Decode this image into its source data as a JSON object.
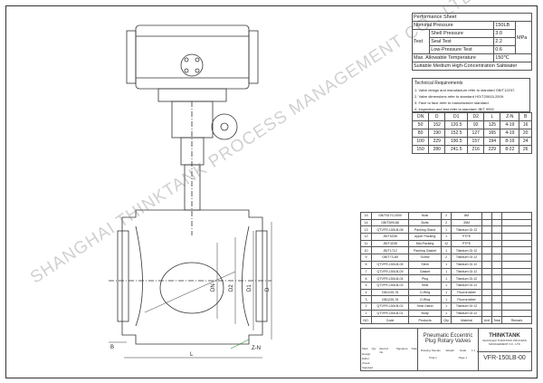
{
  "performance_sheet": {
    "title": "Performance Sheet",
    "nominal_pressure_label": "Nominal Pressure",
    "nominal_pressure": "150LB",
    "test_label": "Test",
    "shell_pressure_label": "Shell Pressure",
    "shell_pressure": "3.0",
    "seal_test_label": "Seal Test",
    "seal_test": "2.2",
    "low_pressure_label": "Low-Pressure Test",
    "low_pressure": "0.6",
    "unit": "MPa",
    "max_temp_label": "Max. Allowable Temperature",
    "max_temp": "150℃",
    "medium": "Suitable Medium High-Concentration Saltwater"
  },
  "technical_requirements": {
    "title": "Technical Requirements",
    "items": [
      "1. Valve design and manufacture refer to standard GB/T12237.",
      "2. Valve dimensions refer to standard HG/T20615-2009.",
      "3. Face to face refer to manufacturer standard.",
      "4. Inspection and test refer to standard JB/T 9092."
    ]
  },
  "dimension_table": {
    "headers": [
      "DN",
      "D",
      "D1",
      "D2",
      "L",
      "Z-N",
      "B"
    ],
    "rows": [
      [
        "50",
        "152",
        "120.5",
        "92",
        "125",
        "4-19",
        "16"
      ],
      [
        "80",
        "190",
        "152.5",
        "127",
        "165",
        "4-19",
        "20"
      ],
      [
        "100",
        "229",
        "190.5",
        "157",
        "194",
        "8-19",
        "24"
      ],
      [
        "150",
        "280",
        "241.5",
        "216",
        "229",
        "8-22",
        "26"
      ]
    ]
  },
  "parts_list": {
    "headers": [
      "NO.",
      "Code",
      "Products",
      "Qty",
      "Material",
      "Unit",
      "Total",
      "Weight",
      "Remark"
    ],
    "rows": [
      [
        "15",
        "GB/T6170-2000",
        "Nuts",
        "2",
        "8M"
      ],
      [
        "14",
        "GB/T899-88",
        "Bolts",
        "2",
        "35M"
      ],
      [
        "13",
        "QTVFR-150LB-08",
        "Packing Gland",
        "1",
        "Titanium Gr.12"
      ],
      [
        "12",
        "JB/T5208",
        "Upper Packing",
        "1",
        "PTFE"
      ],
      [
        "11",
        "JB/T4208",
        "Mid-Packing",
        "12",
        "PTFE"
      ],
      [
        "10",
        "JB/T1712",
        "Packing Gasket",
        "1",
        "Titanium Gr.12"
      ],
      [
        "9",
        "GB/T73-85",
        "Screw",
        "2",
        "Titanium Gr.12"
      ],
      [
        "8",
        "QTVFR-150LB-05",
        "Stem",
        "1",
        "Titanium Gr.12"
      ],
      [
        "7",
        "QTVFR-150LB-09",
        "Gasket",
        "1",
        "Titanium Gr.12"
      ],
      [
        "6",
        "QTVFR-150LB-04",
        "Plug",
        "1",
        "Titanium Gr.12"
      ],
      [
        "5",
        "QTVFR-150LB-03",
        "Seat",
        "1",
        "Titanium Gr.12"
      ],
      [
        "4",
        "GB1235-76",
        "O-Ring",
        "1",
        "Fluororubber"
      ],
      [
        "3",
        "GB1235-76",
        "O-Ring",
        "1",
        "Fluororubber"
      ],
      [
        "2",
        "QTVFR-150LB-02",
        "Seat Gland",
        "1",
        "Titanium Gr.12"
      ],
      [
        "1",
        "QTVFR-150LB-01",
        "Body",
        "1",
        "Titanium Gr.12"
      ]
    ]
  },
  "title_block": {
    "product_line1": "Pneumatic Eccentric",
    "product_line2": "Plug Rotary Valves",
    "logo": "THINKTANK",
    "company": "SHANGHAI THINKTANK PROCESS MANAGEMENT CO., LTD",
    "drawing_no": "VFR-150LB-00",
    "drawing_sample": "Drawing Sample",
    "weight": "Weight",
    "scale_label": "Scale",
    "scale": "1:1",
    "total": "Total 1",
    "page": "Page 1",
    "revision_headers": [
      "Mark",
      "Qty",
      "Record No.",
      "Signature",
      "Date"
    ],
    "roles": [
      "Design",
      "Editor",
      "Check",
      "Standard"
    ]
  },
  "drawing_labels": {
    "dn": "DN",
    "d2": "D2",
    "d1": "D1",
    "d": "D",
    "l": "L",
    "b": "B",
    "zn": "Z-N"
  },
  "watermark": "SHANGHAI THINKTANK PROCESS MANAGEMENT CO., LTD"
}
